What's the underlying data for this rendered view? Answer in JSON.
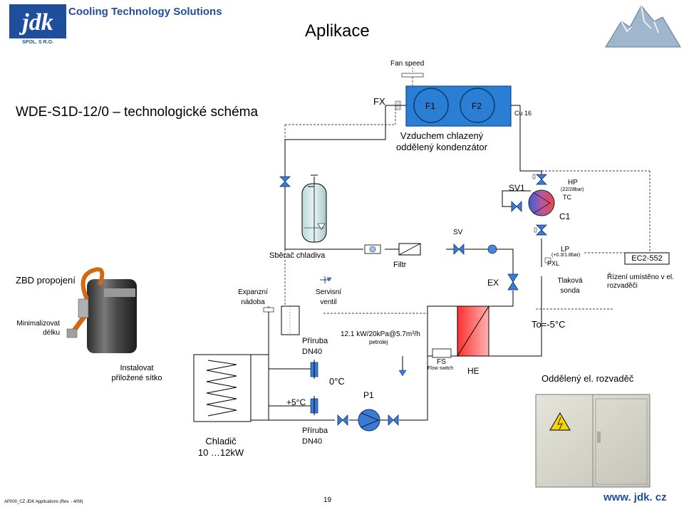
{
  "header": {
    "company_tagline": "Cooling Technology Solutions",
    "logo_text": "jdk",
    "logo_subtext": "SPOL. S R.O.",
    "slide_title": "Aplikace"
  },
  "diagram_title": "WDE-S1D-12/0 – technologické schéma",
  "condenser": {
    "fan_speed": "Fan speed",
    "fx": "FX",
    "fan1": "F1",
    "fan2": "F2",
    "cu": "Cu 16",
    "caption": "Vzduchem chlazený oddělený kondenzátor"
  },
  "compressor": {
    "sv1": "SV1",
    "hp": "HP",
    "hp_range": "(22/28bar)",
    "tc": "TC",
    "c1": "C1",
    "lp": "LP",
    "lp_range": "(+0.3/1.8bar)",
    "pxl": "PXL"
  },
  "labels": {
    "sv": "SV",
    "receiver": "Sběrač chladiva",
    "filter": "Filtr",
    "ex": "EX",
    "zbd": "ZBD propojení",
    "expansion_tank": "Expanzní nádoba",
    "service_valve": "Servisní ventil",
    "pressure_probe": "Tlaková sonda",
    "controller": "EC2-552",
    "controller_note": "Řízení umístěno v el. rozvaděči",
    "minimize": "Minimalizovat délku",
    "flange_top": "Příruba DN40",
    "capacity": "12.1 kW/20kPa@5.7m³/h",
    "petrol": "petrolej",
    "to_temp": "To=-5°C",
    "install_strainer": "Instalovat přiložené sítko",
    "fs": "FS",
    "flow_switch": "Flow switch",
    "he": "HE",
    "temp_0": "0°C",
    "separate_panel": "Oddělený el. rozvaděč",
    "p1": "P1",
    "temp_5": "+5°C",
    "cooler": "Chladič",
    "cooler_power": "10 …12kW",
    "flange_bottom": "Příruba DN40"
  },
  "footer": {
    "doc_ref": "AP000_CZ JDK Applications (Rev. - 4/08)",
    "page_number": "19",
    "website": "www. jdk. cz"
  },
  "colors": {
    "brand_blue": "#1f4e9c",
    "condenser_blue": "#2a7fd4",
    "compressor_gradient_from": "#3a5ed8",
    "compressor_gradient_to": "#e84848",
    "valve_blue": "#3a7bd5",
    "he_red": "#ff2a2a",
    "he_red_light": "#ffb0b0",
    "panel_grey": "#d8d8cf",
    "hazard_yellow": "#f7d400"
  }
}
